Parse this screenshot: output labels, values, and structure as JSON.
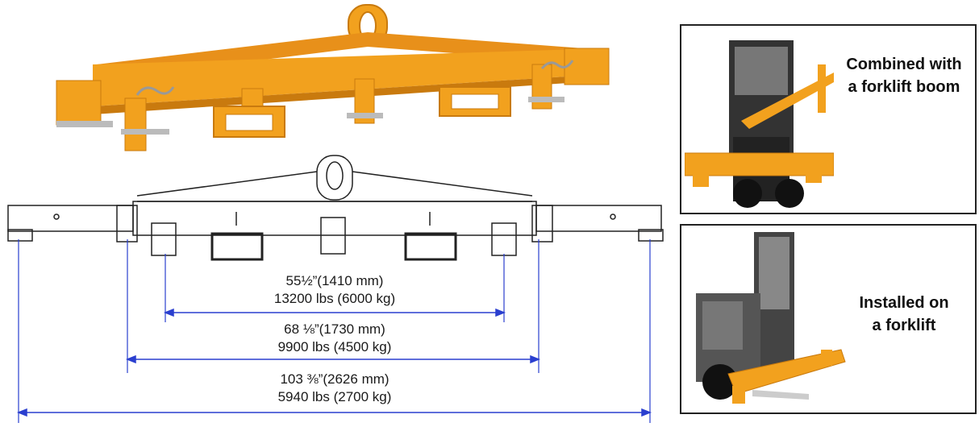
{
  "dimensions": [
    {
      "length": "55½”(1410 mm)",
      "capacity": "13200 lbs (6000 kg)"
    },
    {
      "length": "68 ⅛”(1730 mm)",
      "capacity": "9900 lbs (4500 kg)"
    },
    {
      "length": "103 ⅜”(2626 mm)",
      "capacity": "5940 lbs (2700 kg)"
    }
  ],
  "panels": {
    "top": {
      "caption_line1": "Combined with",
      "caption_line2": "a forklift boom"
    },
    "bottom": {
      "caption_line1": "Installed on",
      "caption_line2": "a forklift"
    }
  },
  "colors": {
    "beam_orange": "#F2A11E",
    "beam_shadow": "#C97A0E",
    "dimension_blue": "#2A3FCF",
    "line_dark": "#222222"
  },
  "icons": [
    "spreader-beam-photo",
    "spreader-beam-drawing",
    "forklift-boom-photo",
    "forklift-installed-photo"
  ]
}
